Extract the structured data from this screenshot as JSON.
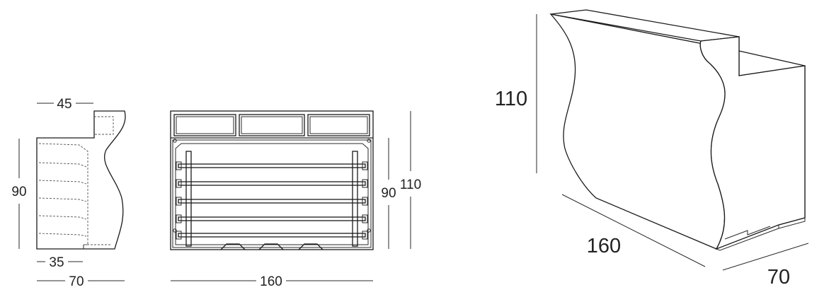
{
  "side_view": {
    "top_width": "45",
    "height": "90",
    "inner_depth": "35",
    "depth": "70"
  },
  "front_view": {
    "width": "160",
    "counter_height": "90",
    "total_height": "110"
  },
  "iso_view": {
    "height": "110",
    "length": "160",
    "depth": "70"
  }
}
